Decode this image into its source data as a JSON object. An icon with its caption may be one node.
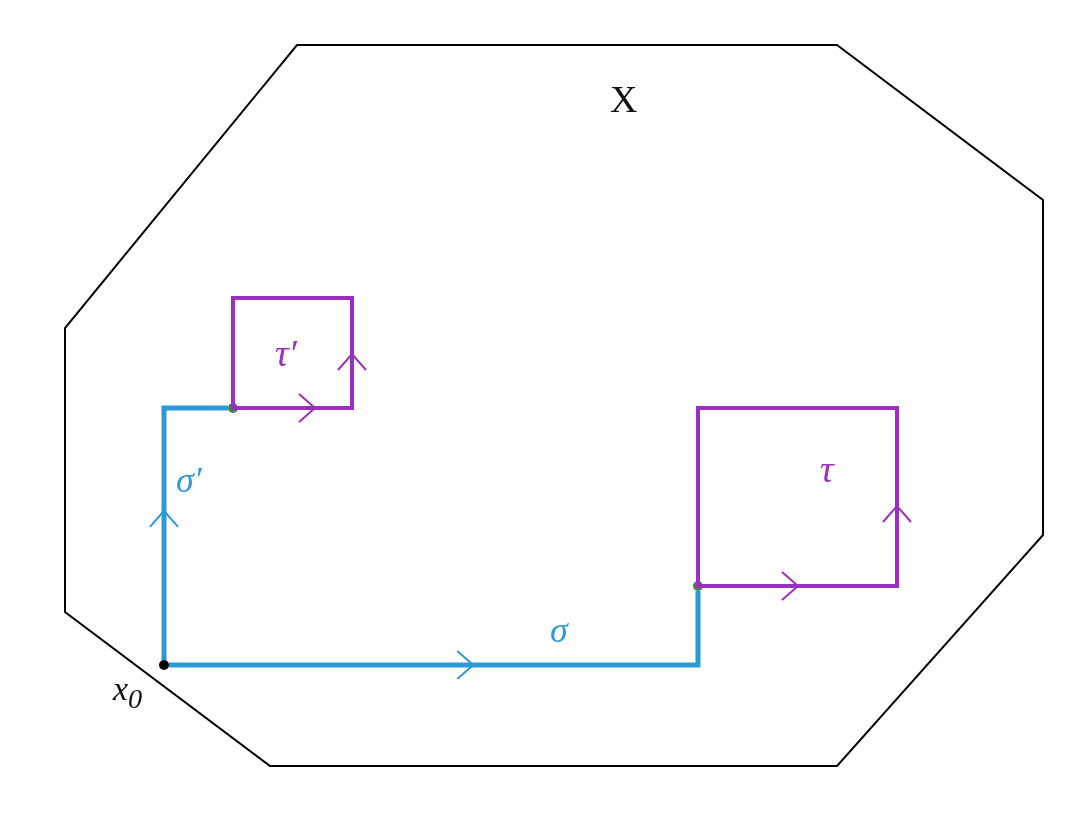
{
  "diagram": {
    "nodes": [
      {
        "text": [
          "X"
        ]
      },
      {
        "text": [],
        "shape": "circle",
        "in": 0,
        "beside": [
          "x$_{0}$"
        ]
      },
      {
        "text": [],
        "shape": "circle",
        "in": 0
      },
      {
        "text": [],
        "shape": "circle",
        "in": 0
      },
      {
        "text": [
          "τ"
        ],
        "in": 0
      },
      {
        "text": [
          "τ′"
        ],
        "in": 0
      }
    ],
    "edges": [
      {
        "from": 1,
        "to": 2,
        "arrow": "to",
        "label": "σ"
      },
      {
        "from": 1,
        "to": 3,
        "arrow": "to",
        "label": "σ′"
      }
    ]
  }
}
